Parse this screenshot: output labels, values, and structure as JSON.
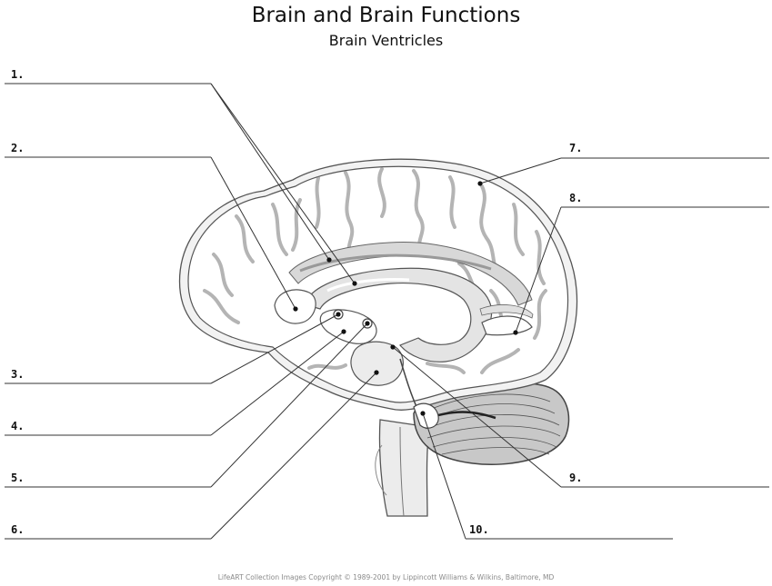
{
  "header": {
    "title": "Brain and Brain Functions",
    "subtitle": "Brain Ventricles"
  },
  "labels": [
    "1.",
    "2.",
    "3.",
    "4.",
    "5.",
    "6.",
    "7.",
    "8.",
    "9.",
    "10."
  ],
  "footer": {
    "credit": "LifeART Collection Images Copyright © 1989-2001 by Lippincott Williams & Wilkins, Baltimore, MD"
  }
}
